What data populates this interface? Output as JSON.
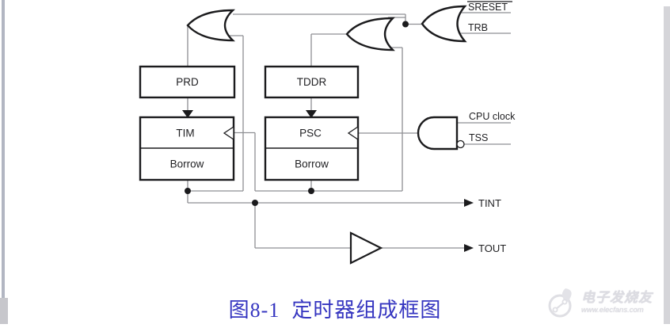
{
  "boxes": {
    "prd": "PRD",
    "tddr": "TDDR",
    "tim": "TIM",
    "tim_sub": "Borrow",
    "psc": "PSC",
    "psc_sub": "Borrow"
  },
  "signals": {
    "sreset": "SRESET",
    "trb": "TRB",
    "cpu_clock": "CPU clock",
    "tss": "TSS",
    "tint": "TINT",
    "tout": "TOUT"
  },
  "caption": {
    "text": "图8-1  定时器组成框图",
    "color": "#3535c0"
  },
  "watermark": {
    "name": "电子发烧友",
    "site": "www.elecfans.com"
  },
  "colors": {
    "wire": "#8e8f93",
    "shape_stroke": "#1b1b1d",
    "box_fill": "#ffffff"
  }
}
